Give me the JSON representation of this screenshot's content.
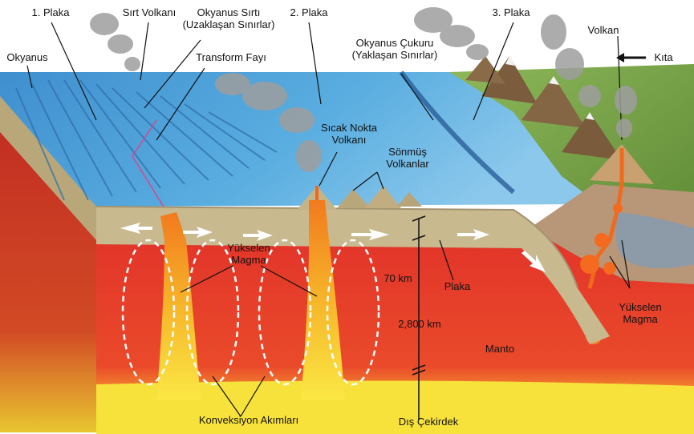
{
  "labels": {
    "plate1": "1. Plaka",
    "ridge_volcano": "Sırt Volkanı",
    "ocean_ridge": "Okyanus Sırtı",
    "ocean_ridge_sub": "(Uzaklaşan Sınırlar)",
    "plate2": "2. Plaka",
    "plate3": "3. Plaka",
    "volcano": "Volkan",
    "ocean": "Okyanus",
    "transform_fault": "Transform Fayı",
    "ocean_trench": "Okyanus Çukuru",
    "ocean_trench_sub": "(Yaklaşan Sınırlar)",
    "continent": "Kıta",
    "hotspot": "Sıcak Nokta",
    "hotspot_sub": "Volkanı",
    "extinct": "Sönmüş",
    "extinct_sub": "Volkanlar",
    "rising_magma_left": "Yükselen",
    "rising_magma_left_sub": "Magma",
    "depth_70": "70 km",
    "plate": "Plaka",
    "depth_2800": "2,800 km",
    "mantle": "Manto",
    "rising_magma_right": "Yükselen",
    "rising_magma_right_sub": "Magma",
    "convection": "Konveksiyon Akımları",
    "outer_core": "Dış Çekirdek"
  },
  "colors": {
    "ocean": "#4a9fd8",
    "mantle": "#e8422c",
    "core": "#f7e03a",
    "crust": "#c9b98e",
    "land": "#7aa04a"
  }
}
